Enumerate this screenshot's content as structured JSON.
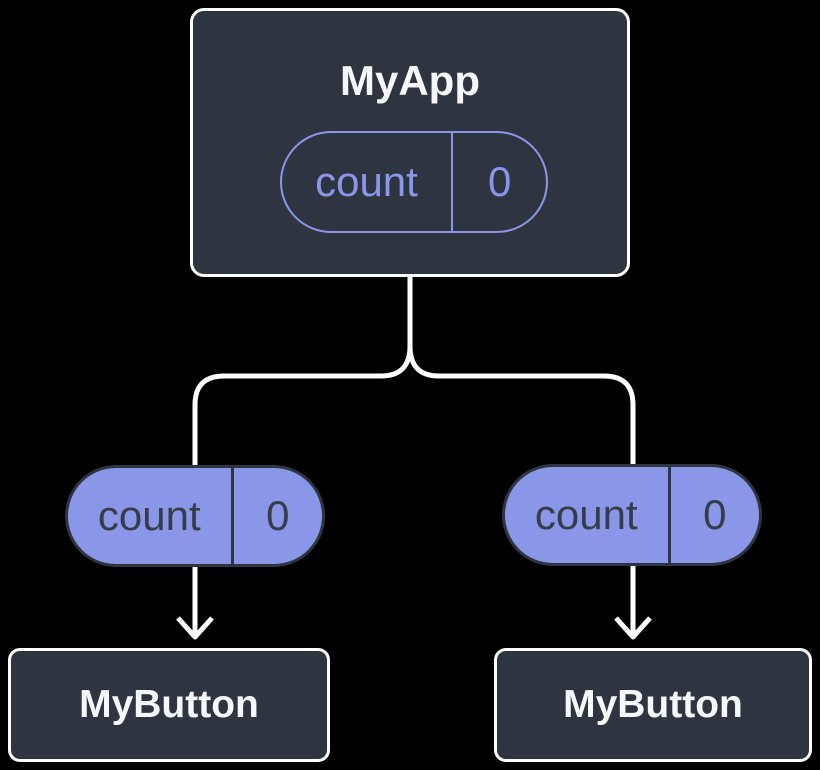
{
  "colors": {
    "background": "#000000",
    "node_fill": "#2F3540",
    "node_border": "#FFFFFF",
    "node_text": "#F6F7F9",
    "accent": "#8A96E8",
    "pill_text_dark": "#363D4A",
    "connector": "#FFFFFF"
  },
  "diagram": {
    "root": {
      "title": "MyApp",
      "state": {
        "name": "count",
        "value": "0"
      }
    },
    "props": [
      {
        "name": "count",
        "value": "0"
      },
      {
        "name": "count",
        "value": "0"
      }
    ],
    "children": [
      {
        "title": "MyButton"
      },
      {
        "title": "MyButton"
      }
    ]
  }
}
